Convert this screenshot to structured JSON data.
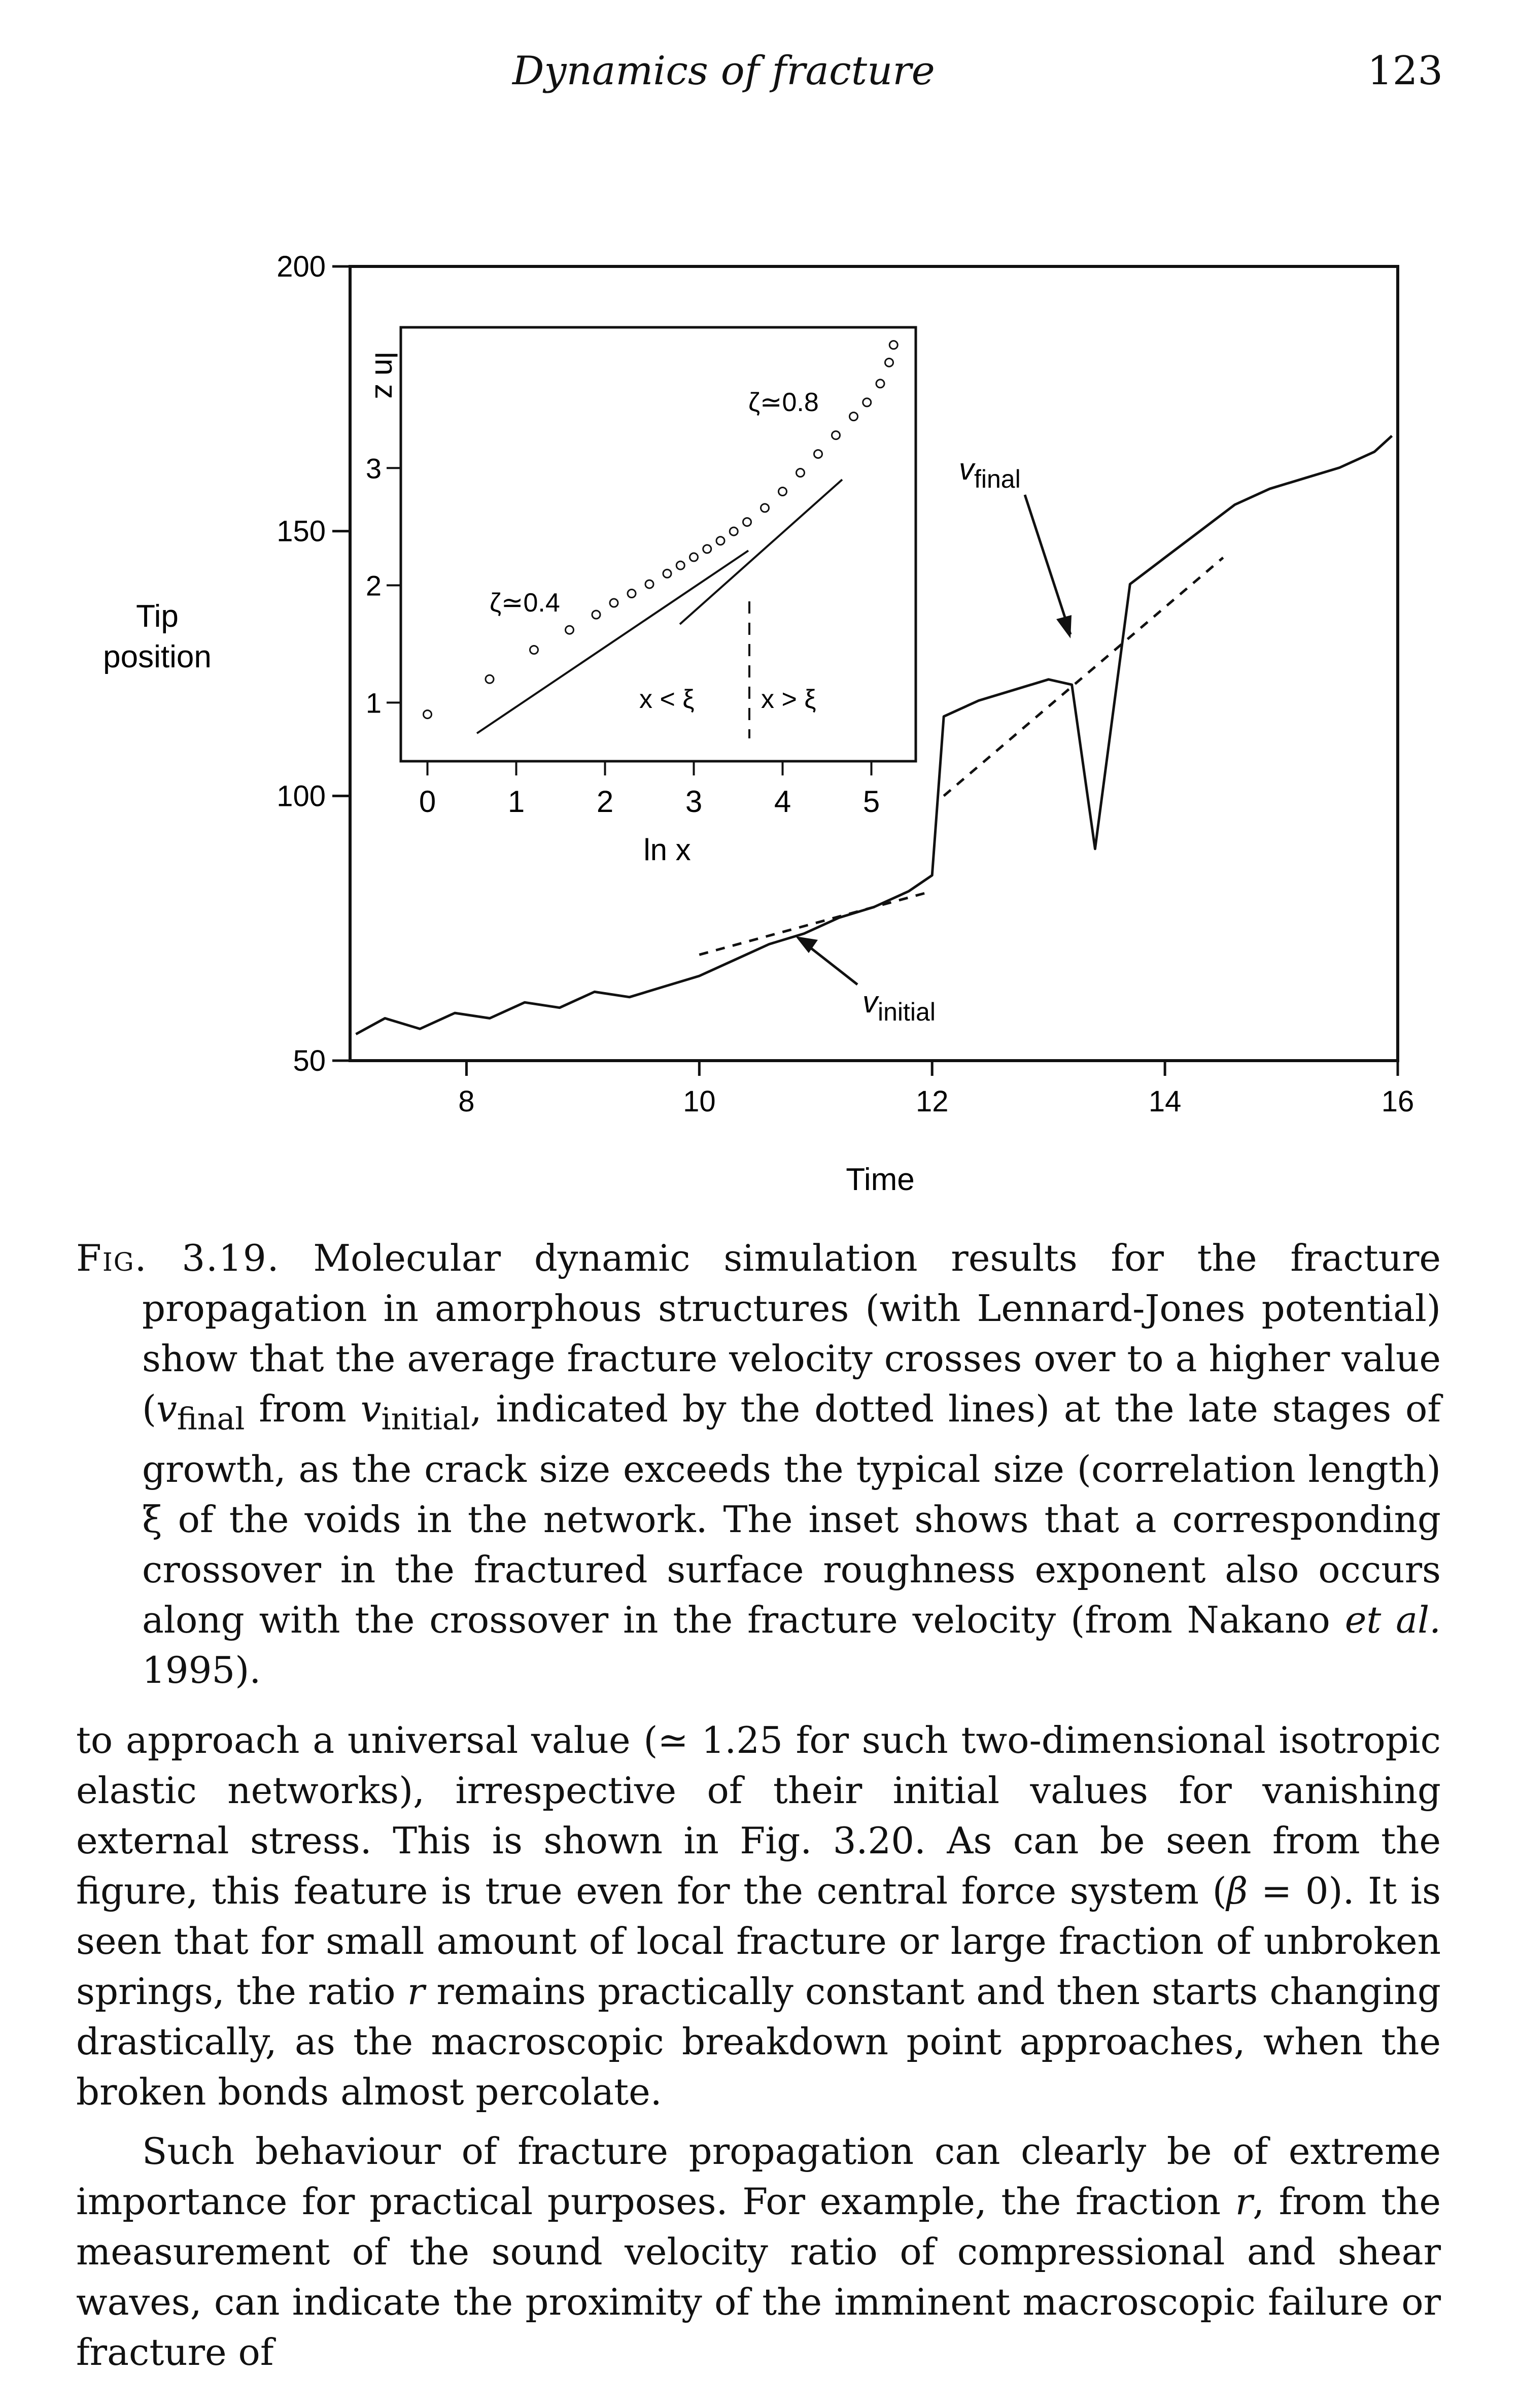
{
  "running_head": {
    "title": "Dynamics of fracture",
    "page_number": "123"
  },
  "figure": {
    "y_axis_label_line1": "Tip",
    "y_axis_label_line2": "position",
    "x_axis_label": "Time",
    "annotations": {
      "v_final": "v",
      "v_final_sub": "final",
      "v_initial": "v",
      "v_initial_sub": "initial"
    },
    "inset": {
      "y_label": "ln z",
      "x_label": "ln x",
      "zeta_low": "ζ≃0.4",
      "zeta_high": "ζ≃0.8",
      "region_left": "x < ξ",
      "region_right": "x > ξ"
    }
  },
  "chart_data": [
    {
      "type": "line",
      "xlabel": "Time",
      "ylabel": "Tip position",
      "xlim": [
        7,
        16
      ],
      "ylim": [
        50,
        200
      ],
      "x_ticks": [
        8,
        10,
        12,
        14,
        16
      ],
      "y_ticks": [
        50,
        100,
        150,
        200
      ],
      "grid": false,
      "series": [
        {
          "x": [
            7.05,
            7.3,
            7.6,
            7.9,
            8.2,
            8.5,
            8.8,
            9.1,
            9.4,
            9.7,
            10.0,
            10.3,
            10.6,
            10.9,
            11.2,
            11.5,
            11.8,
            12.0,
            12.1,
            12.4,
            12.7,
            13.0,
            13.2,
            13.4,
            13.7,
            14.0,
            14.3,
            14.6,
            14.9,
            15.2,
            15.5,
            15.8,
            15.95
          ],
          "y": [
            55,
            58,
            56,
            59,
            58,
            61,
            60,
            63,
            62,
            64,
            66,
            69,
            72,
            74,
            77,
            79,
            82,
            85,
            115,
            118,
            120,
            122,
            121,
            90,
            140,
            145,
            150,
            155,
            158,
            160,
            162,
            165,
            168
          ]
        },
        {
          "name": "v_initial",
          "style": "dashed",
          "x": [
            10.0,
            12.0
          ],
          "y": [
            70,
            82
          ]
        },
        {
          "name": "v_final",
          "style": "dashed",
          "x": [
            12.1,
            14.5
          ],
          "y": [
            100,
            145
          ]
        }
      ]
    },
    {
      "type": "scatter",
      "xlabel": "ln x",
      "ylabel": "ln z",
      "xlim": [
        -0.3,
        5.5
      ],
      "ylim": [
        0.5,
        4.2
      ],
      "x_ticks": [
        0,
        1,
        2,
        3,
        4,
        5
      ],
      "y_ticks": [
        1,
        2,
        3
      ],
      "grid": false,
      "series": [
        {
          "x": [
            0.0,
            0.7,
            1.2,
            1.6,
            1.9,
            2.1,
            2.3,
            2.5,
            2.7,
            2.85,
            3.0,
            3.15,
            3.3,
            3.45,
            3.6,
            3.8,
            4.0,
            4.2,
            4.4,
            4.6,
            4.8,
            4.95,
            5.1,
            5.2,
            5.25
          ],
          "y": [
            0.9,
            1.2,
            1.45,
            1.62,
            1.75,
            1.85,
            1.93,
            2.01,
            2.1,
            2.17,
            2.24,
            2.31,
            2.38,
            2.46,
            2.54,
            2.66,
            2.8,
            2.96,
            3.12,
            3.28,
            3.44,
            3.56,
            3.72,
            3.9,
            4.05
          ]
        }
      ]
    }
  ],
  "caption": {
    "label": "Fig. 3.19.",
    "text_1": " Molecular dynamic simulation results for the fracture propagation in amorphous structures (with Lennard-Jones potential) show that the average fracture velocity crosses over to a higher value (",
    "v_final_sym": "v",
    "v_final_sub": "final",
    "text_2": " from ",
    "v_initial_sym": "v",
    "v_initial_sub": "initial",
    "text_3": ", indicated by the dotted lines) at the late stages of growth, as the crack size exceeds the typical size (correlation length) ξ of the voids in the network. The inset shows that a corresponding crossover in the fractured surface roughness exponent also occurs along with the crossover in the fracture velocity (from Nakano ",
    "et_al": "et al.",
    "text_4": " 1995)."
  },
  "body": {
    "p1_a": "to approach a universal value (≃ 1.25 for such two-dimensional isotropic elastic networks), irrespective of their initial values for vanishing external stress. This is shown in Fig. 3.20. As can be seen from the figure, this feature is true even for the central force system (",
    "p1_beta": "β",
    "p1_b": " = 0). It is seen that for small amount of local fracture or large fraction of unbroken springs, the ratio ",
    "p1_r": "r",
    "p1_c": " remains practically constant and then starts changing drastically, as the macroscopic breakdown point approaches, when the broken bonds almost percolate.",
    "p2_a": "Such behaviour of fracture propagation can clearly be of extreme importance for practical purposes. For example, the fraction ",
    "p2_r": "r",
    "p2_b": ", from the measurement of the sound velocity ratio of compressional and shear waves, can indicate the proximity of the imminent macroscopic failure or fracture of"
  }
}
